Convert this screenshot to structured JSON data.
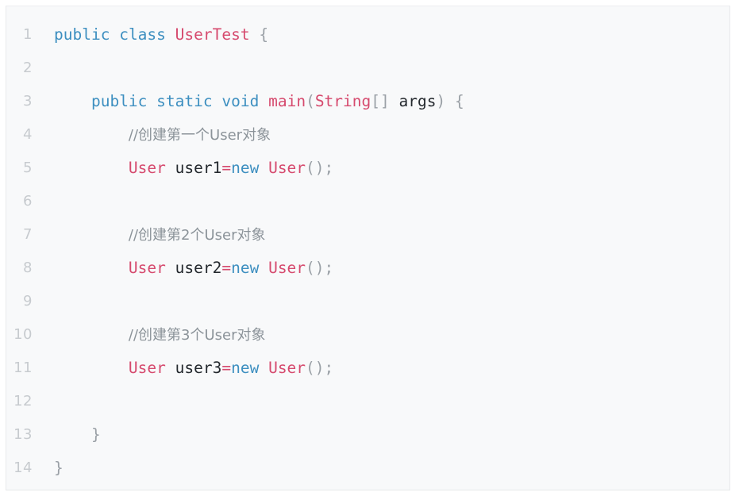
{
  "editor": {
    "language": "java",
    "background_color": "#f8f9fa",
    "gutter_color": "#c7cbcf",
    "theme_colors": {
      "keyword": "#3d8fc0",
      "type": "#d64a6e",
      "identifier": "#24292e",
      "punctuation": "#9aa0a6",
      "operator": "#d64a6e",
      "comment": "#8b9399"
    },
    "total_lines": 14,
    "lines": [
      {
        "number": "1",
        "tokens": [
          {
            "t": "public",
            "k": "keyword"
          },
          {
            "t": " ",
            "k": "plain"
          },
          {
            "t": "class",
            "k": "keyword"
          },
          {
            "t": " ",
            "k": "plain"
          },
          {
            "t": "UserTest",
            "k": "type"
          },
          {
            "t": " ",
            "k": "plain"
          },
          {
            "t": "{",
            "k": "punct"
          }
        ]
      },
      {
        "number": "2",
        "tokens": []
      },
      {
        "number": "3",
        "tokens": [
          {
            "t": "    ",
            "k": "plain"
          },
          {
            "t": "public",
            "k": "keyword"
          },
          {
            "t": " ",
            "k": "plain"
          },
          {
            "t": "static",
            "k": "keyword"
          },
          {
            "t": " ",
            "k": "plain"
          },
          {
            "t": "void",
            "k": "keyword"
          },
          {
            "t": " ",
            "k": "plain"
          },
          {
            "t": "main",
            "k": "type"
          },
          {
            "t": "(",
            "k": "punct"
          },
          {
            "t": "String",
            "k": "type"
          },
          {
            "t": "[]",
            "k": "punct"
          },
          {
            "t": " ",
            "k": "plain"
          },
          {
            "t": "args",
            "k": "ident"
          },
          {
            "t": ")",
            "k": "punct"
          },
          {
            "t": " ",
            "k": "plain"
          },
          {
            "t": "{",
            "k": "punct"
          }
        ]
      },
      {
        "number": "4",
        "tokens": [
          {
            "t": "        ",
            "k": "plain"
          },
          {
            "t": "//创建第一个User对象",
            "k": "comment"
          }
        ]
      },
      {
        "number": "5",
        "tokens": [
          {
            "t": "        ",
            "k": "plain"
          },
          {
            "t": "User",
            "k": "type"
          },
          {
            "t": " ",
            "k": "plain"
          },
          {
            "t": "user1",
            "k": "ident"
          },
          {
            "t": "=",
            "k": "operator"
          },
          {
            "t": "new",
            "k": "keyword"
          },
          {
            "t": " ",
            "k": "plain"
          },
          {
            "t": "User",
            "k": "type"
          },
          {
            "t": "();",
            "k": "punct"
          }
        ]
      },
      {
        "number": "6",
        "tokens": []
      },
      {
        "number": "7",
        "tokens": [
          {
            "t": "        ",
            "k": "plain"
          },
          {
            "t": "//创建第2个User对象",
            "k": "comment"
          }
        ]
      },
      {
        "number": "8",
        "tokens": [
          {
            "t": "        ",
            "k": "plain"
          },
          {
            "t": "User",
            "k": "type"
          },
          {
            "t": " ",
            "k": "plain"
          },
          {
            "t": "user2",
            "k": "ident"
          },
          {
            "t": "=",
            "k": "operator"
          },
          {
            "t": "new",
            "k": "keyword"
          },
          {
            "t": " ",
            "k": "plain"
          },
          {
            "t": "User",
            "k": "type"
          },
          {
            "t": "();",
            "k": "punct"
          }
        ]
      },
      {
        "number": "9",
        "tokens": []
      },
      {
        "number": "10",
        "tokens": [
          {
            "t": "        ",
            "k": "plain"
          },
          {
            "t": "//创建第3个User对象",
            "k": "comment"
          }
        ]
      },
      {
        "number": "11",
        "tokens": [
          {
            "t": "        ",
            "k": "plain"
          },
          {
            "t": "User",
            "k": "type"
          },
          {
            "t": " ",
            "k": "plain"
          },
          {
            "t": "user3",
            "k": "ident"
          },
          {
            "t": "=",
            "k": "operator"
          },
          {
            "t": "new",
            "k": "keyword"
          },
          {
            "t": " ",
            "k": "plain"
          },
          {
            "t": "User",
            "k": "type"
          },
          {
            "t": "();",
            "k": "punct"
          }
        ]
      },
      {
        "number": "12",
        "tokens": []
      },
      {
        "number": "13",
        "tokens": [
          {
            "t": "    ",
            "k": "plain"
          },
          {
            "t": "}",
            "k": "punct"
          }
        ]
      },
      {
        "number": "14",
        "tokens": [
          {
            "t": "}",
            "k": "punct"
          }
        ]
      }
    ]
  }
}
